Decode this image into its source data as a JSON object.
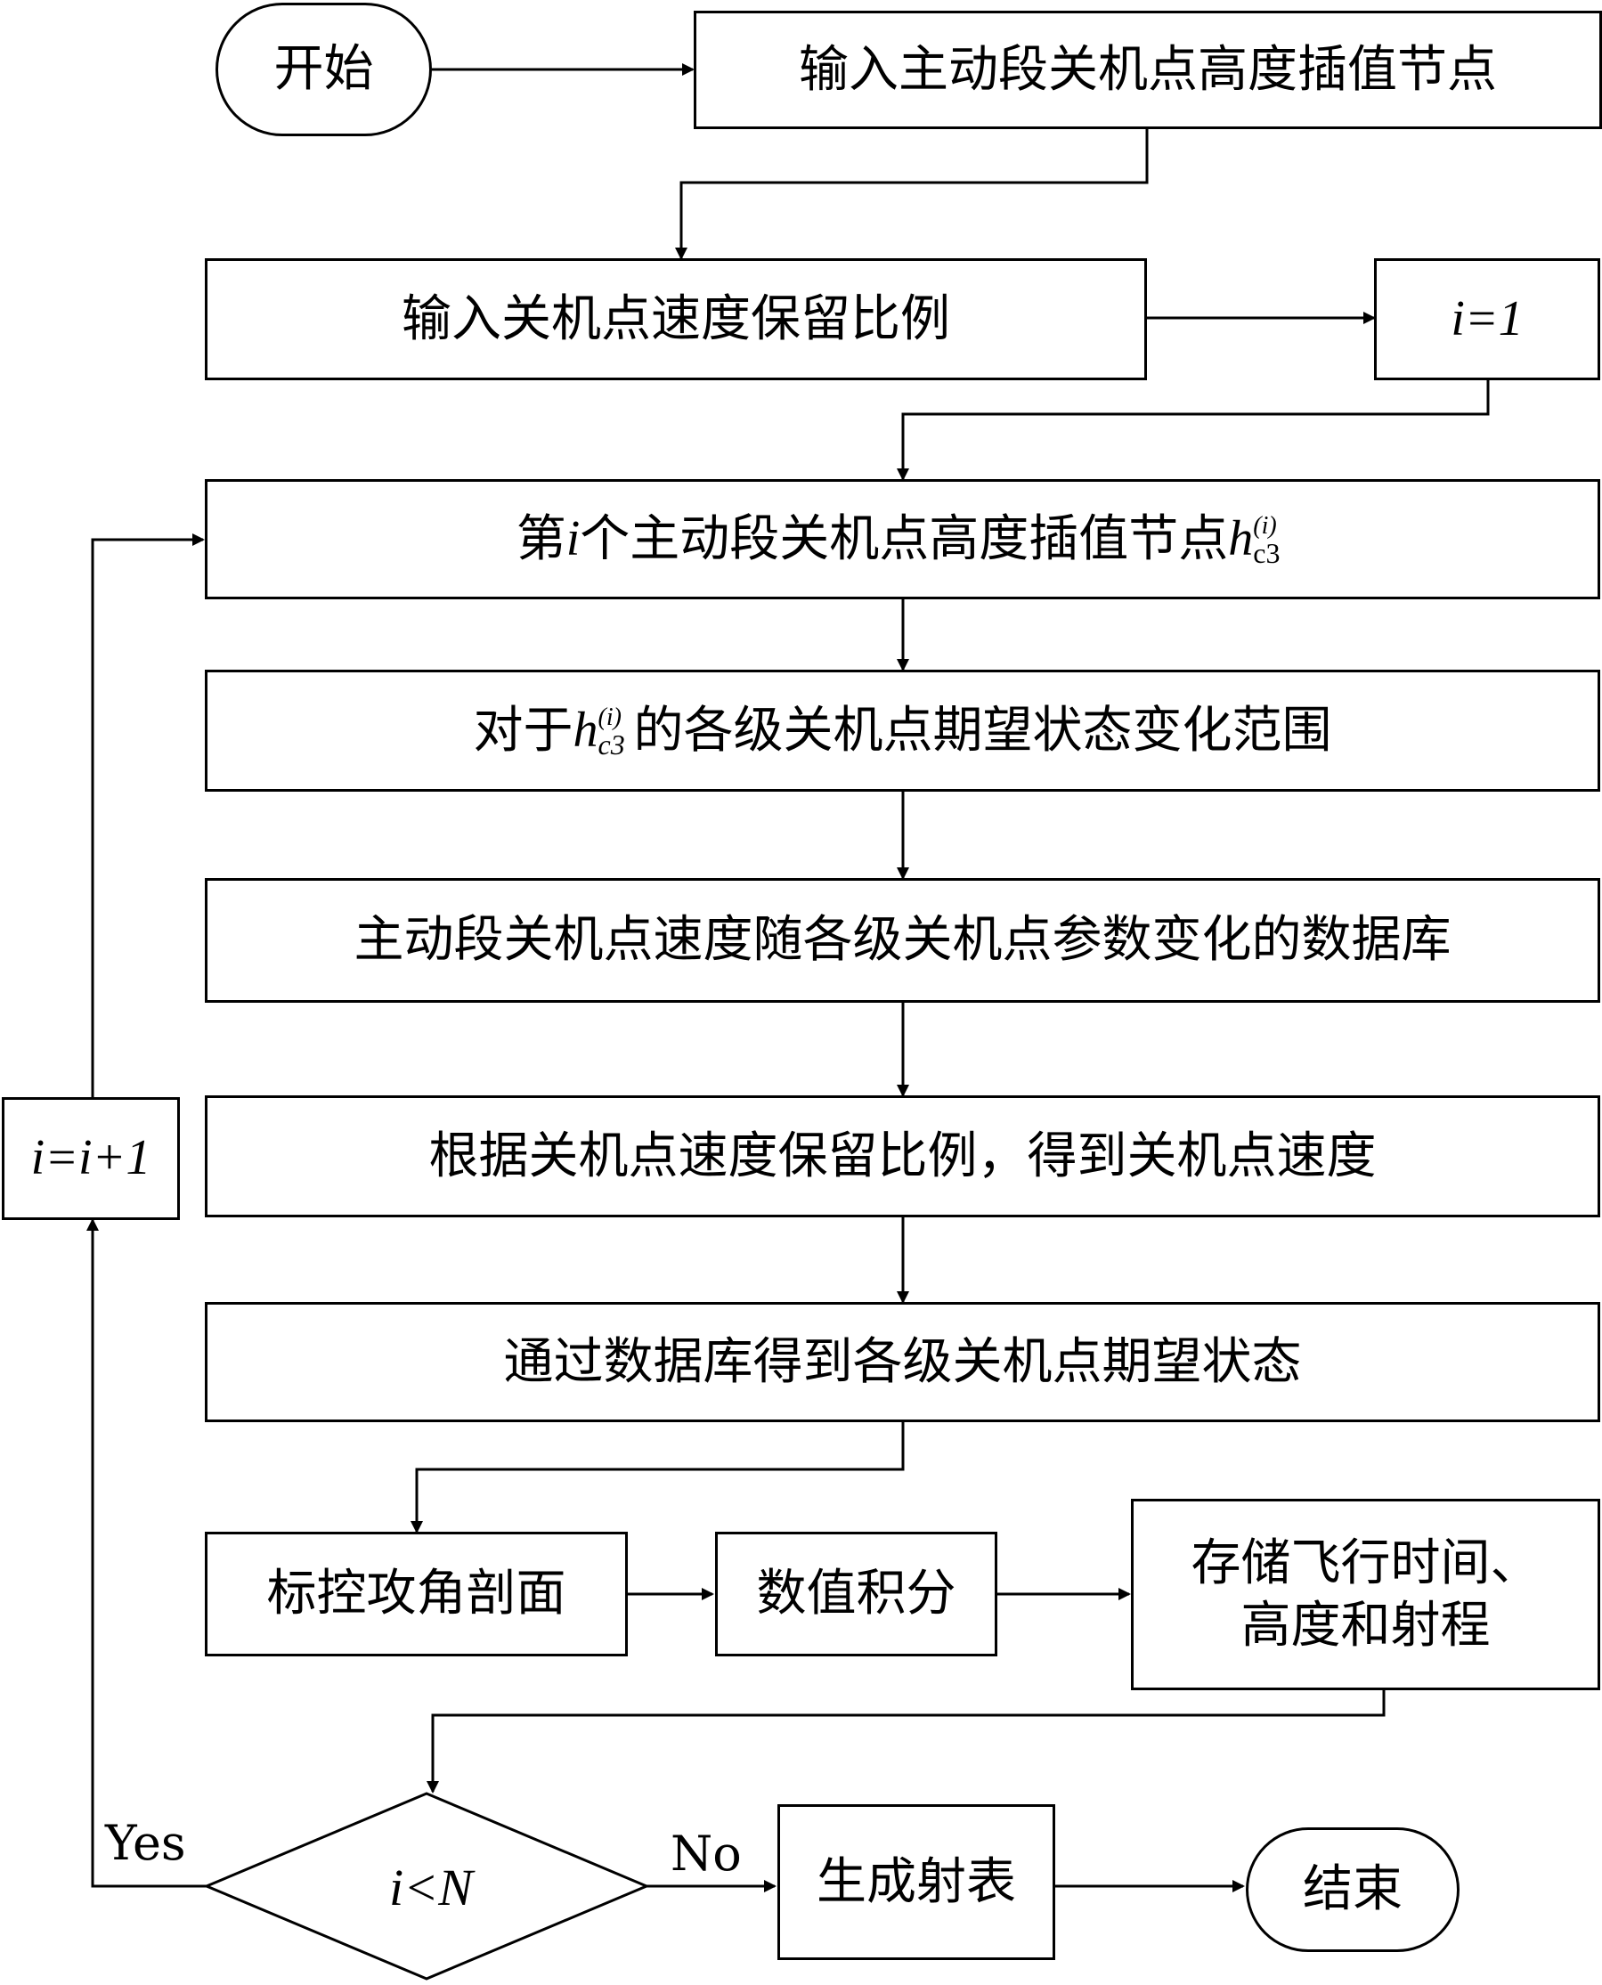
{
  "nodes": {
    "start": "开始",
    "input_heights": "输入主动段关机点高度插值节点",
    "input_ratio": "输入关机点速度保留比例",
    "init_i": "i=1",
    "ith_node_prefix": "第",
    "ith_node_var": "i",
    "ith_node_text": "个主动段关机点高度插值节点",
    "h_symbol": "h",
    "h_sup": "(i)",
    "h_sub": "c3",
    "range_prefix": "对于",
    "range_text": "的各级关机点期望状态变化范围",
    "database": "主动段关机点速度随各级关机点参数变化的数据库",
    "get_velocity": "根据关机点速度保留比例，得到关机点速度",
    "get_states": "通过数据库得到各级关机点期望状态",
    "aoa_profile": "标控攻角剖面",
    "integrate": "数值积分",
    "store_line1": "存储飞行时间、",
    "store_line2": "高度和射程",
    "decision": "i<N",
    "increment": "i=i+1",
    "gen_table": "生成射表",
    "end": "结束"
  },
  "edge_labels": {
    "yes": "Yes",
    "no": "No"
  }
}
